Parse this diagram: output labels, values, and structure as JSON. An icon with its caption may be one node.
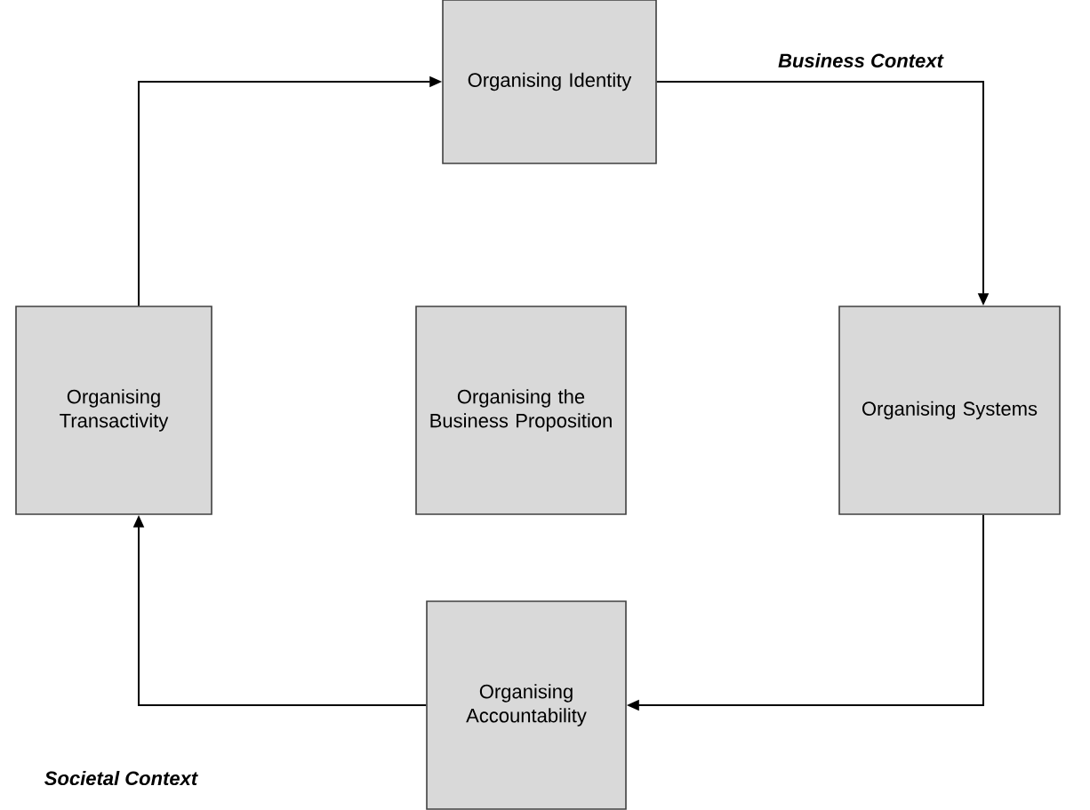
{
  "diagram": {
    "nodes": [
      {
        "text": [
          "Organising Identity"
        ]
      },
      {
        "text": [
          "Organising Transactivity"
        ]
      },
      {
        "text": [
          "Organising the Business Proposition"
        ]
      },
      {
        "text": [
          "Organising Systems"
        ]
      },
      {
        "text": [
          "Organising Accountability"
        ]
      }
    ],
    "edges": [
      {
        "from": 1,
        "to": 0,
        "arrow": "to"
      },
      {
        "from": 0,
        "to": 3,
        "arrow": "to"
      },
      {
        "from": 3,
        "to": 4,
        "arrow": "to"
      },
      {
        "from": 4,
        "to": 1,
        "arrow": "to"
      }
    ],
    "labels": [
      "Business Context",
      "Societal Context"
    ]
  }
}
